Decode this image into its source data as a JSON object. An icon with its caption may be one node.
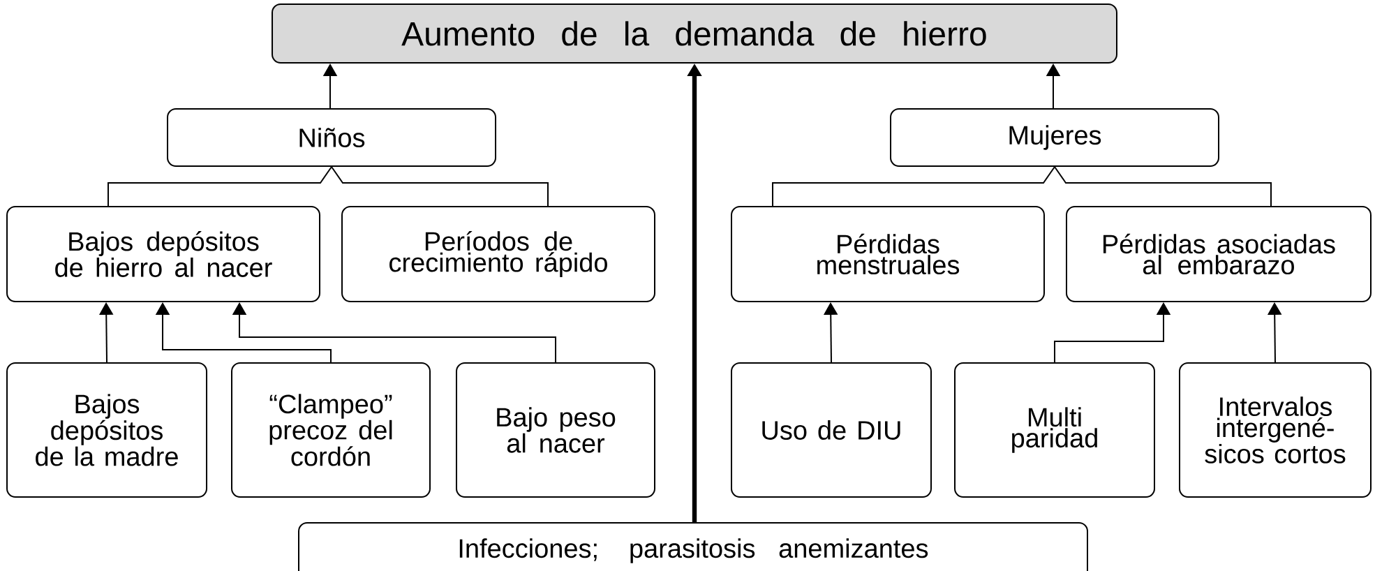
{
  "diagram": {
    "nodes": [
      {
        "text": [
          "Aumento de la demanda de hierro"
        ]
      },
      {
        "text": [
          "Niños"
        ]
      },
      {
        "text": [
          "Mujeres"
        ]
      },
      {
        "text": [
          "Bajos depósitos de hierro al nacer"
        ]
      },
      {
        "text": [
          "Períodos de crecimiento rápido"
        ]
      },
      {
        "text": [
          "Pérdidas menstruales"
        ]
      },
      {
        "text": [
          "Pérdidas asociadas al embarazo"
        ]
      },
      {
        "text": [
          "Bajos depósitos de la madre"
        ]
      },
      {
        "text": [
          "“Clampeo” precoz del cordón"
        ]
      },
      {
        "text": [
          "Bajo peso al nacer"
        ]
      },
      {
        "text": [
          "Uso de DIU"
        ]
      },
      {
        "text": [
          "Multi paridad"
        ]
      },
      {
        "text": [
          "Intervalos intergené-sicos cortos"
        ]
      },
      {
        "text": [
          "Infecciones; parasitosis anemizantes"
        ]
      }
    ],
    "edges": [
      {
        "from": 1,
        "to": 0,
        "arrow": "to"
      },
      {
        "from": 2,
        "to": 0,
        "arrow": "to"
      },
      {
        "from": 13,
        "to": 0,
        "arrow": "to",
        "style": "thick"
      },
      {
        "from": 3,
        "to": 1,
        "arrow": "none"
      },
      {
        "from": 4,
        "to": 1,
        "arrow": "none"
      },
      {
        "from": 5,
        "to": 2,
        "arrow": "none"
      },
      {
        "from": 6,
        "to": 2,
        "arrow": "none"
      },
      {
        "from": 7,
        "to": 3,
        "arrow": "to"
      },
      {
        "from": 8,
        "to": 3,
        "arrow": "to"
      },
      {
        "from": 9,
        "to": 3,
        "arrow": "to"
      },
      {
        "from": 10,
        "to": 5,
        "arrow": "to"
      },
      {
        "from": 11,
        "to": 6,
        "arrow": "to"
      },
      {
        "from": 12,
        "to": 6,
        "arrow": "to"
      }
    ]
  }
}
